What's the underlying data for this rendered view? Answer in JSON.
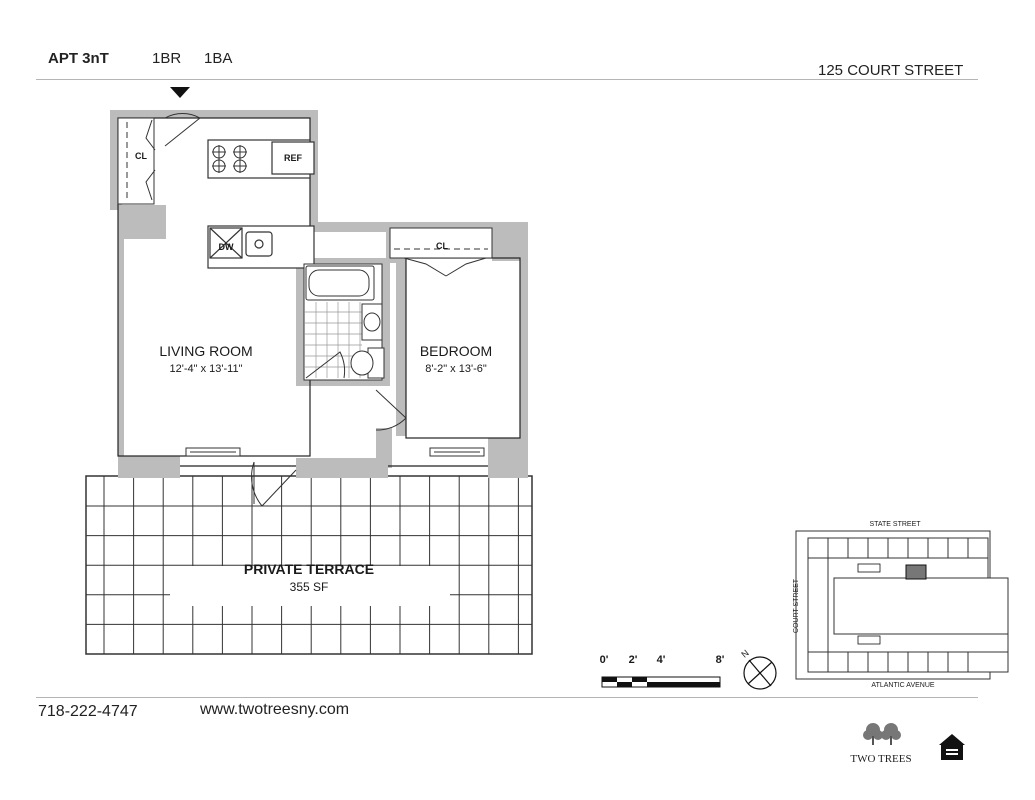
{
  "header": {
    "unit": "APT 3nT",
    "bedrooms": "1BR",
    "bathrooms": "1BA",
    "address": "125 COURT STREET"
  },
  "rooms": {
    "closet_entry": "CL",
    "refrigerator": "REF",
    "dishwasher": "DW",
    "living_room": {
      "name": "LIVING ROOM",
      "dims": "12'-4\" x 13'-11\""
    },
    "bedroom": {
      "name": "BEDROOM",
      "dims": "8'-2\" x 13'-6\""
    },
    "closet_bedroom": "CL",
    "terrace": {
      "name": "PRIVATE TERRACE",
      "area": "355  SF"
    }
  },
  "scale_bar": {
    "ticks": [
      "0'",
      "2'",
      "4'",
      "8'"
    ]
  },
  "compass": {
    "north": "N"
  },
  "key_plan": {
    "street_top": "STATE STREET",
    "street_left": "COURT STREET",
    "street_bottom": "ATLANTIC AVENUE"
  },
  "footer": {
    "phone": "718-222-4747",
    "website": "www.twotreesny.com",
    "brand": "TWO TREES"
  },
  "colors": {
    "wall": "#bcbcbc",
    "line": "#222222",
    "rule": "#b5b5b5"
  }
}
